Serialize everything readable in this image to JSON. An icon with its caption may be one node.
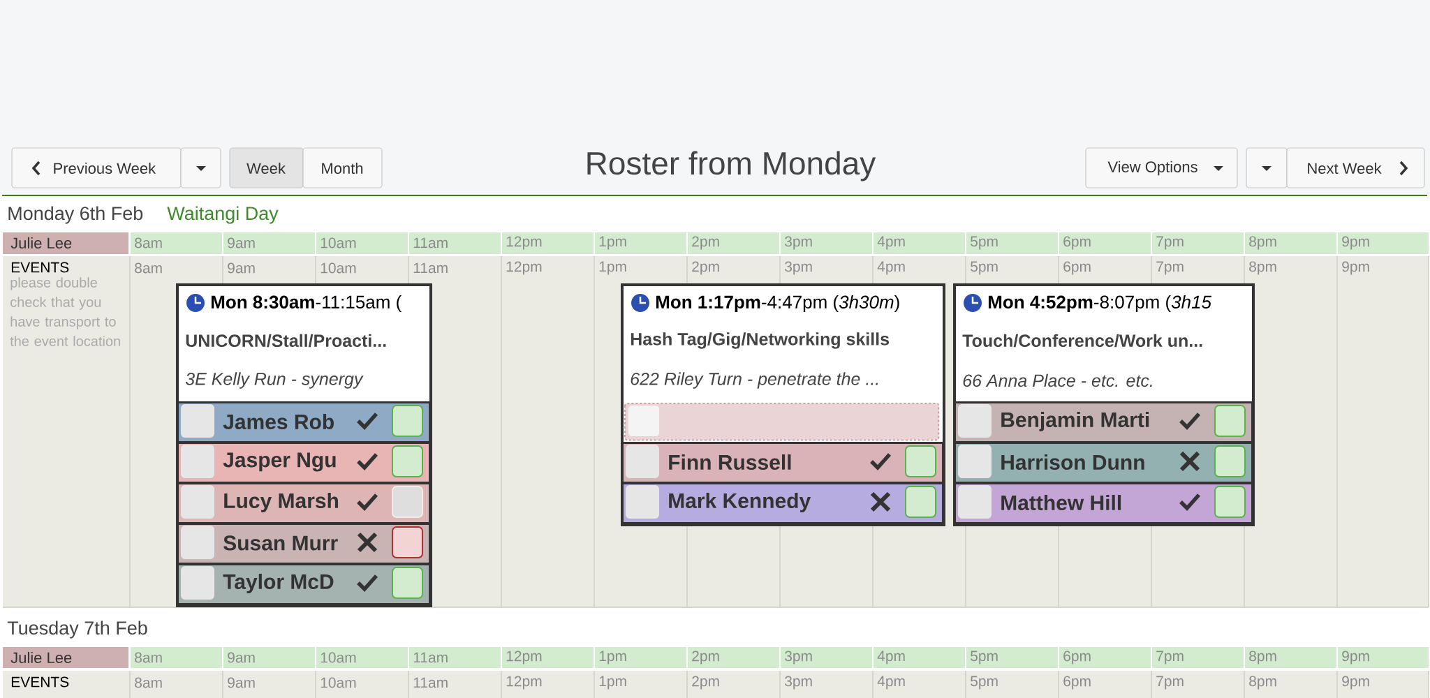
{
  "diagram": {
    "title": "Roster from Monday",
    "nodes": [
      {
        "text": [
          "**Mon 8:30am**-11:15am (",
          "UNICORN/Stall/Proacti...",
          "3E Kelly Run - synergy"
        ]
      },
      {
        "text": [
          "James Rob"
        ],
        "in": 0
      },
      {
        "text": [
          "Jasper Ngu"
        ],
        "in": 0
      },
      {
        "text": [
          "Lucy Marsh"
        ],
        "in": 0
      },
      {
        "text": [
          "Susan Murr"
        ],
        "in": 0
      },
      {
        "text": [
          "Taylor McD"
        ],
        "in": 0
      },
      {
        "text": [
          "**Mon 1:17pm**-4:47pm (*3h30m*)",
          "Hash Tag/Gig/Networking skills",
          "622 Riley Turn - penetrate the ..."
        ]
      },
      {
        "text": [],
        "shape": "box",
        "in": 6
      },
      {
        "text": [
          "Finn Russell"
        ],
        "in": 6
      },
      {
        "text": [
          "Mark Kennedy"
        ],
        "in": 6
      },
      {
        "text": [
          "**Mon 4:52pm**-8:07pm (*3h15*",
          "Touch/Conference/Work un...",
          "66 Anna Place - etc. etc."
        ]
      },
      {
        "text": [
          "Benjamin Marti"
        ],
        "in": 10
      },
      {
        "text": [
          "Harrison Dunn"
        ],
        "in": 10
      },
      {
        "text": [
          "Matthew Hill"
        ],
        "in": 10
      }
    ],
    "labels": [
      "Previous Week",
      "Week",
      "Month",
      "View Options",
      "Next Week",
      "Monday 6th Feb",
      "Waitangi Day",
      "Julie Lee",
      "8am",
      "9am",
      "10am",
      "11am",
      "12pm",
      "1pm",
      "2pm",
      "3pm",
      "4pm",
      "5pm",
      "6pm",
      "7pm",
      "8pm",
      "9pm",
      "EVENTS",
      "please double check that you have transport to the event location",
      "8am",
      "9am",
      "10am",
      "11am",
      "12pm",
      "1pm",
      "2pm",
      "3pm",
      "4pm",
      "5pm",
      "6pm",
      "7pm",
      "8pm",
      "9pm",
      "Tuesday 7th Feb",
      "Julie Lee",
      "8am",
      "9am",
      "10am",
      "11am",
      "12pm",
      "1pm",
      "2pm",
      "3pm",
      "4pm",
      "5pm",
      "6pm",
      "7pm",
      "8pm",
      "9pm",
      "EVENTS",
      "8am",
      "9am",
      "10am",
      "11am",
      "12pm",
      "1pm",
      "2pm",
      "3pm",
      "4pm",
      "5pm",
      "6pm",
      "7pm",
      "8pm",
      "9pm"
    ]
  }
}
